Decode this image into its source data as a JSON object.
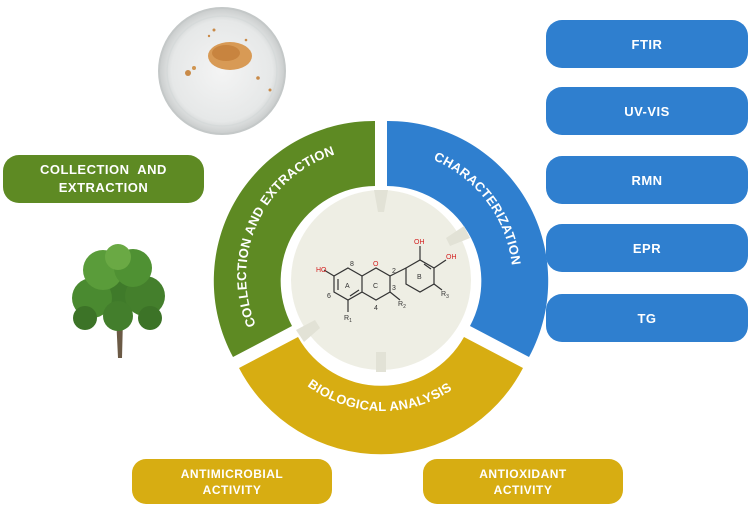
{
  "colors": {
    "green": "#5e8a23",
    "blue": "#2f7fcf",
    "yellow": "#d7ad12",
    "core": "#eeeee4"
  },
  "ring": {
    "collection_label": "COLLECTION AND EXTRACTION",
    "characterization_label": "CHARACTERIZATION",
    "biological_label": "BIOLOGICAL ANALYSIS"
  },
  "left": {
    "collection_pill": {
      "line1": "COLLECTION  AND",
      "line2": "EXTRACTION"
    }
  },
  "right": {
    "techniques": [
      "FTIR",
      "UV-VIS",
      "RMN",
      "EPR",
      "TG"
    ]
  },
  "bottom": {
    "antimicrobial": {
      "line1": "ANTIMICROBIAL",
      "line2": "ACTIVITY"
    },
    "antioxidant": {
      "line1": "ANTIOXIDANT",
      "line2": "ACTIVITY"
    }
  },
  "molecule": {
    "ho": "HO",
    "oh_top": "OH",
    "oh_right": "OH",
    "o": "O",
    "ring_a": "A",
    "ring_b": "B",
    "ring_c": "C",
    "n8": "8",
    "n6": "6",
    "n2": "2",
    "n3": "3",
    "n4": "4",
    "r1": "R",
    "r1_sub": "1",
    "r2": "R",
    "r2_sub": "2",
    "r3": "R",
    "r3_sub": "3"
  },
  "icons": {
    "petri_dish": "petri-dish-icon",
    "tree": "tree-icon"
  }
}
